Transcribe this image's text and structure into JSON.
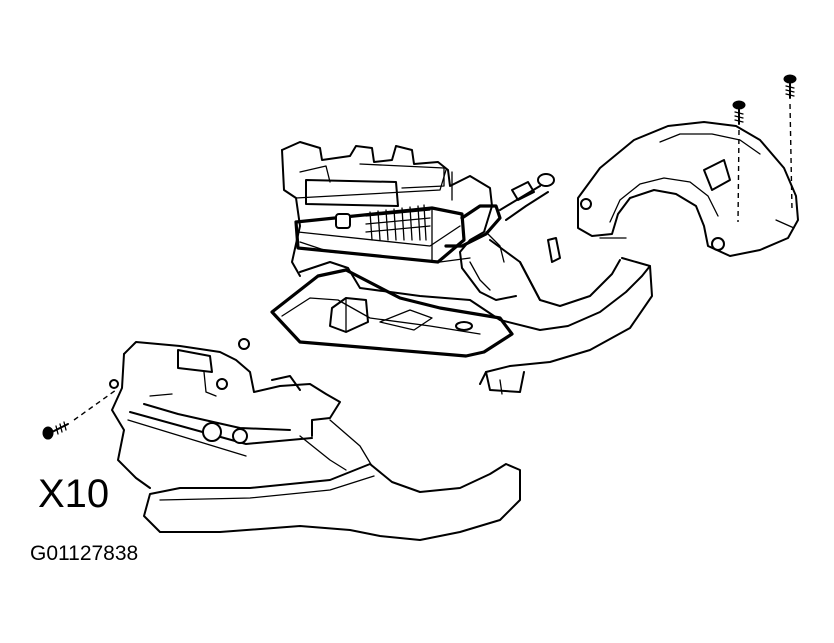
{
  "diagram": {
    "quantity_label": "X10",
    "figure_id": "G01127838",
    "colors": {
      "ink": "#000000",
      "paper": "#ffffff"
    },
    "parts": [
      "upper-heater-case",
      "heater-core",
      "heater-core-cover",
      "lower-heater-case",
      "right-duct-shell",
      "left-duct-shell",
      "screw"
    ]
  }
}
